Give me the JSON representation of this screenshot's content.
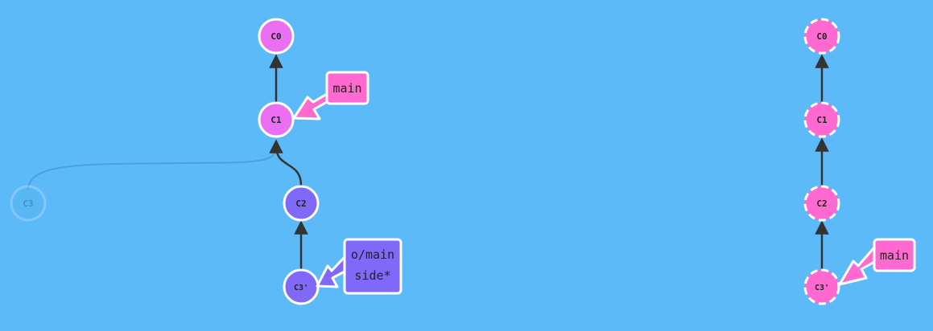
{
  "colors": {
    "background": "#5cbaf9",
    "main_commit": "#ea6ff3",
    "side_commit": "#8069f8",
    "orphan_commit": "#57b7ef",
    "goal_commit": "#ff69d0",
    "main_branch": "#ff69d0",
    "side_branch": "#8069f8",
    "edge": "#333333",
    "orphan_edge": "#3f8fcc"
  },
  "current": {
    "commits": {
      "c0": "C0",
      "c1": "C1",
      "c2": "C2",
      "c3_orphan": "C3",
      "c3_rebased": "C3'"
    },
    "branches": {
      "main": "main",
      "o_main": "o/main",
      "side": "side*"
    }
  },
  "goal": {
    "commits": {
      "c0": "C0",
      "c1": "C1",
      "c2": "C2",
      "c3_rebased": "C3'"
    },
    "branches": {
      "main": "main"
    }
  }
}
